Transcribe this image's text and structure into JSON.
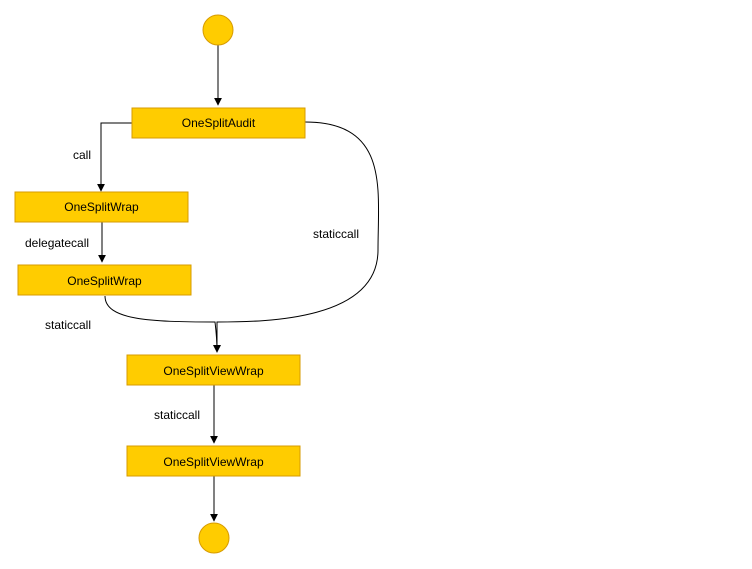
{
  "diagram": {
    "nodes": {
      "start": {
        "kind": "start"
      },
      "audit": {
        "label": "OneSplitAudit"
      },
      "wrap1": {
        "label": "OneSplitWrap"
      },
      "wrap2": {
        "label": "OneSplitWrap"
      },
      "view1": {
        "label": "OneSplitViewWrap"
      },
      "view2": {
        "label": "OneSplitViewWrap"
      },
      "end": {
        "kind": "end"
      }
    },
    "edges": {
      "start_audit": {
        "from": "start",
        "to": "audit",
        "label": ""
      },
      "audit_wrap1": {
        "from": "audit",
        "to": "wrap1",
        "label": "call"
      },
      "wrap1_wrap2": {
        "from": "wrap1",
        "to": "wrap2",
        "label": "delegatecall"
      },
      "wrap2_view1": {
        "from": "wrap2",
        "to": "view1",
        "label": "staticcall"
      },
      "audit_view1": {
        "from": "audit",
        "to": "view1",
        "label": "staticcall"
      },
      "view1_view2": {
        "from": "view1",
        "to": "view2",
        "label": "staticcall"
      },
      "view2_end": {
        "from": "view2",
        "to": "end",
        "label": ""
      }
    },
    "colors": {
      "node_fill": "#FFCC00",
      "node_stroke": "#D79B00",
      "edge": "#000000"
    }
  }
}
